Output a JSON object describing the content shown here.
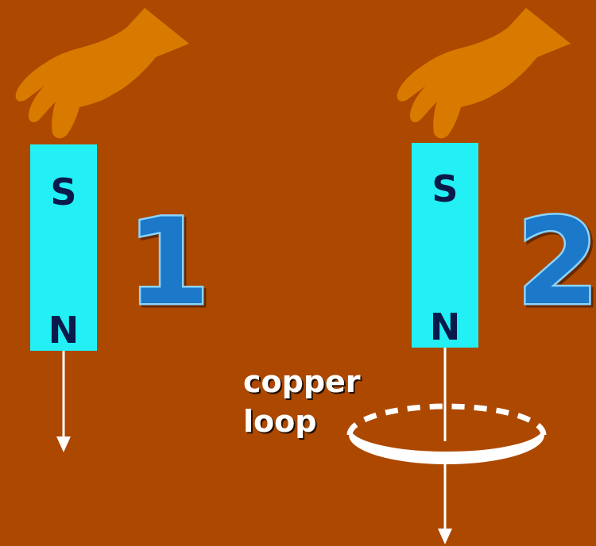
{
  "colors": {
    "background": "#ad4800",
    "magnet": "#22f0f5",
    "pole_text": "#0a1a4a",
    "hand": "#d97a00",
    "number_fill": "#1a78c8",
    "number_outline": "#8ad4ff",
    "arrow": "#ffffff",
    "loop": "#ffffff"
  },
  "icons": {
    "hand": "hand-icon",
    "arrow": "arrow-down-icon",
    "loop": "copper-loop-icon"
  },
  "scene1": {
    "number": "1",
    "magnet": {
      "top_pole": "S",
      "bottom_pole": "N"
    }
  },
  "scene2": {
    "number": "2",
    "magnet": {
      "top_pole": "S",
      "bottom_pole": "N"
    },
    "loop_label_line1": "copper",
    "loop_label_line2": "loop"
  }
}
